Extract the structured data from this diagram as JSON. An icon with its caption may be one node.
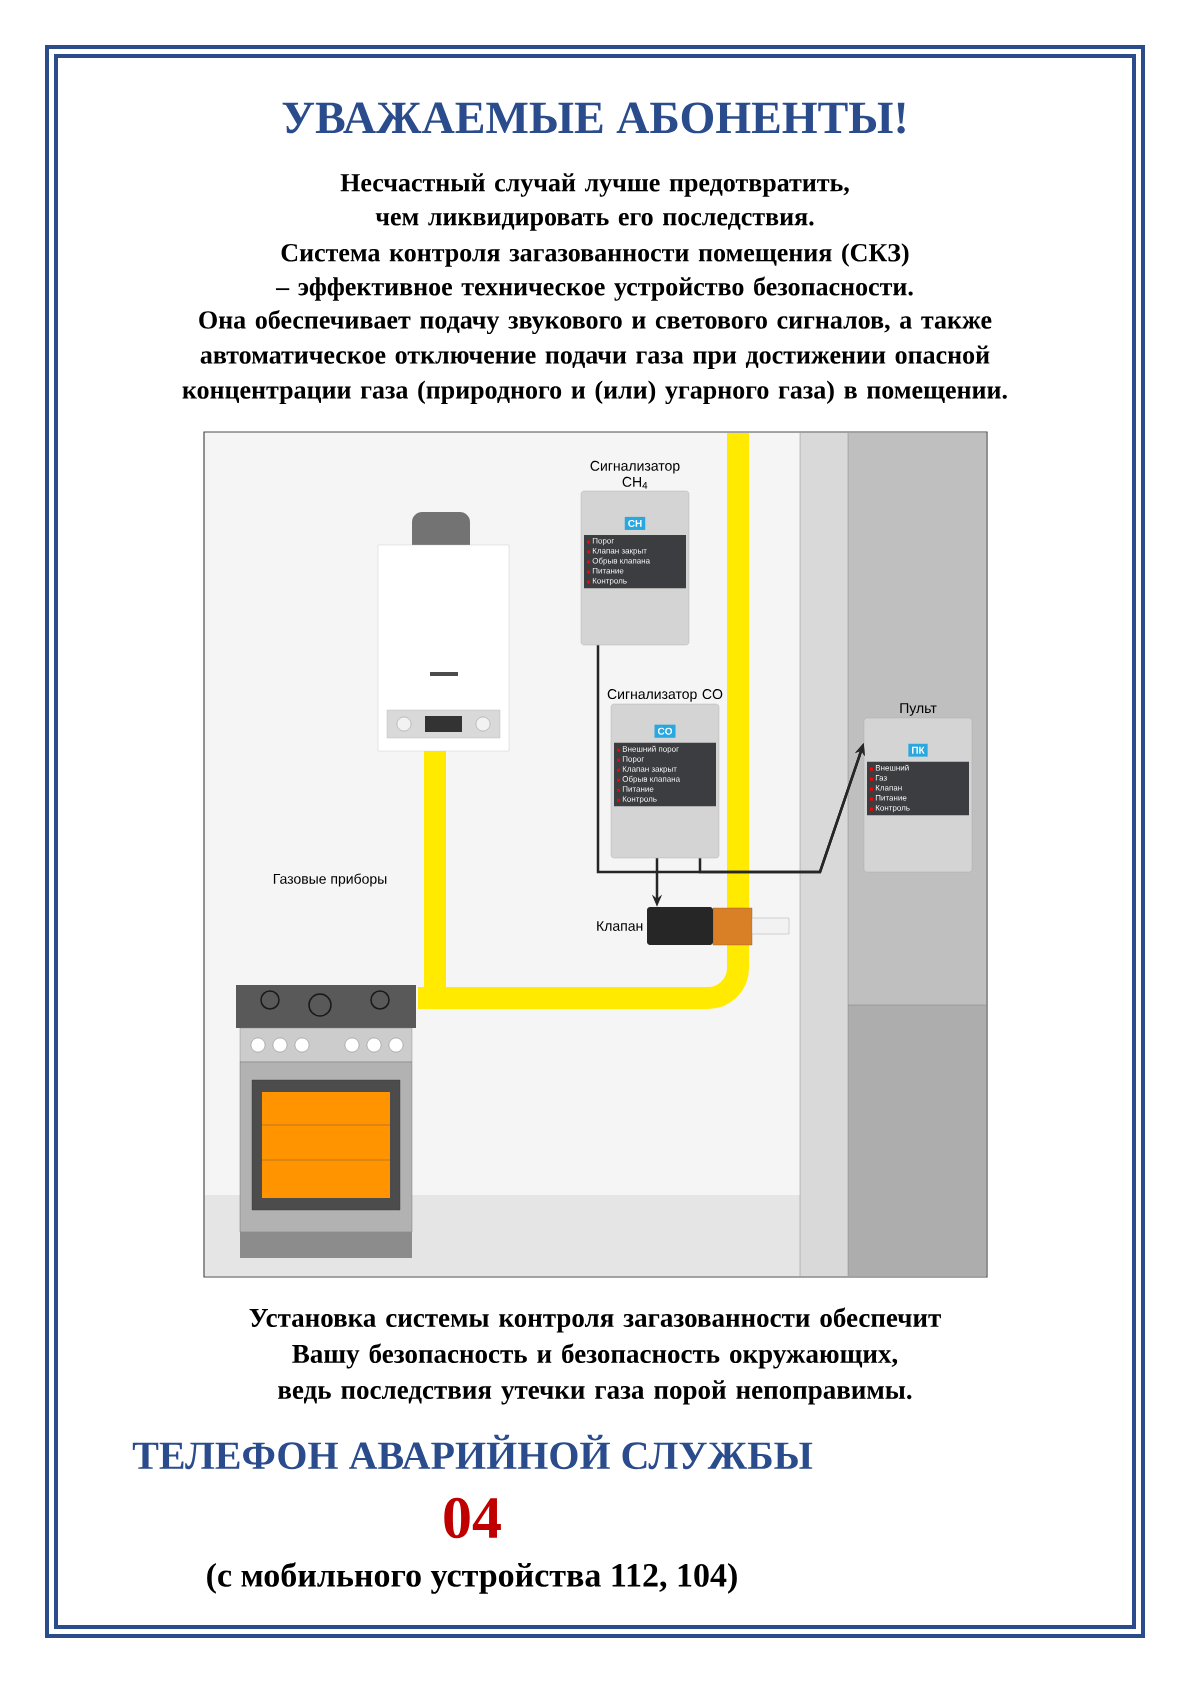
{
  "diagram": {
    "title": "УВАЖАЕМЫЕ АБОНЕНТЫ!",
    "nodes": [
      {
        "text": [
          "Сигнализатор CH$_{4}$",
          "CH",
          "Порог",
          "Клапан закрыт",
          "Обрыв клапана",
          "Питание",
          "Контроль"
        ]
      },
      {
        "text": [
          "Сигнализатор CO",
          "CO",
          "Внешний порог",
          "Порог",
          "Клапан закрыт",
          "Обрыв клапана",
          "Питание",
          "Контроль"
        ]
      },
      {
        "text": [
          "Пульт",
          "ПК",
          "Внешний",
          "Газ",
          "Клапан",
          "Питание",
          "Контроль"
        ]
      },
      {
        "text": [
          "Клапан"
        ]
      }
    ],
    "edges": [
      {
        "from": 0,
        "to": 2,
        "arrow": "to"
      },
      {
        "from": 1,
        "to": 2,
        "arrow": "to"
      },
      {
        "from": 1,
        "to": 3,
        "arrow": "to"
      }
    ],
    "labels": [
      "Несчастный случай лучше предотвратить, чем ликвидировать его последствия.",
      "Система контроля загазованности помещения (СКЗ) – эффективное техническое устройство безопасности.",
      "Она обеспечивает подачу звукового и светового сигналов, а также автоматическое отключение подачи газа при достижении опасной концентрации газа (природного и (или) угарного газа) в помещении.",
      "Газовые приборы",
      "Установка системы контроля загазованности обеспечит Вашу безопасность и безопасность окружающих, ведь последствия утечки газа порой непоправимы.",
      "ТЕЛЕФОН АВАРИЙНОЙ СЛУЖБЫ",
      "04",
      "(с мобильного устройства 112, 104)"
    ]
  }
}
